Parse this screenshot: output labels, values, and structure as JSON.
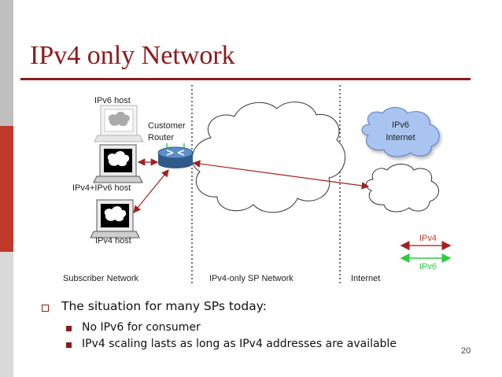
{
  "slide": {
    "title": "IPv4 only Network",
    "page_number": "20",
    "accent_color": "#8b1a1a"
  },
  "diagram": {
    "labels": {
      "ipv6_host": "IPv6 host",
      "dual_host": "IPv4+IPv6 host",
      "ipv4_host": "IPv4 host",
      "router_line1": "Customer",
      "router_line2": "Router",
      "ipv6_internet_line1": "IPv6",
      "ipv6_internet_line2": "Internet"
    },
    "zones": [
      "Subscriber Network",
      "IPv4-only SP Network",
      "Internet"
    ],
    "legend": [
      {
        "label": "IPv4",
        "color": "#c0392b"
      },
      {
        "label": "IPv6",
        "color": "#2ecc40"
      }
    ]
  },
  "bullets": {
    "main": "The situation for many SPs today:",
    "sub": [
      "No IPv6 for consumer",
      "IPv4 scaling lasts as long as IPv4 addresses are available"
    ]
  }
}
